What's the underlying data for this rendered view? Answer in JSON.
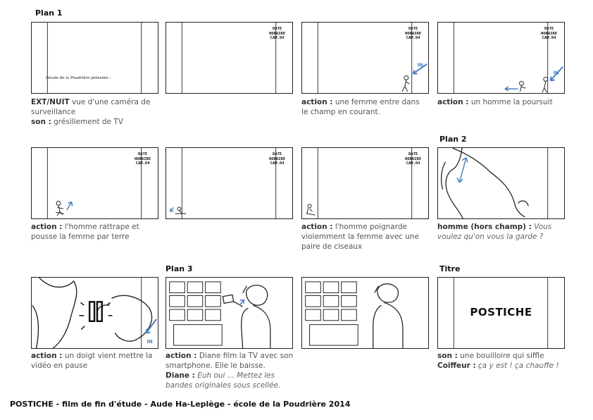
{
  "labels": {
    "plan1": "Plan 1",
    "plan2": "Plan 2",
    "plan3": "Plan 3",
    "titre": "Titre"
  },
  "overlay": {
    "date_line1": "DATE",
    "date_line2": "HORAIRE",
    "date_line3": "CAM.04",
    "intro": "l'école de la Poudrière présente :",
    "title_card": "POSTICHE",
    "arrow_in": "IN"
  },
  "captions": {
    "p1": {
      "k1": "EXT/NUIT",
      "v1": " vue d'une caméra de surveillance",
      "k2": "son :",
      "v2": " grésillement de TV"
    },
    "p3": {
      "k": "action :",
      "v": " une femme entre dans le champ en courant."
    },
    "p4": {
      "k": "action :",
      "v": " un homme la poursuit"
    },
    "p5": {
      "k": "action :",
      "v": " l'homme rattrape et pousse la femme par terre"
    },
    "p7": {
      "k": "action :",
      "v": " l'homme poignarde violemment la femme avec une paire de ciseaux"
    },
    "p8": {
      "k": "homme (hors champ) :",
      "v": " Vous voulez qu'on vous la garde ?"
    },
    "p9": {
      "k": "action :",
      "v": " un doigt vient mettre la vidéo en pause"
    },
    "p10": {
      "k": "action :",
      "v": " Diane film la TV avec son smartphone. Elle le baisse.",
      "k2": "Diane :",
      "v2": " Euh oui ... Mettez les bandes originales sous scellée."
    },
    "p12": {
      "k": "son :",
      "v": " une bouilloire qui siffle",
      "k2": "Coiffeur :",
      "v2": " ça y est ! ça chauffe !"
    }
  },
  "footer": "POSTICHE - film de fin d'étude - Aude Ha-Leplège - école de la Poudrière 2014",
  "colors": {
    "arrow_blue": "#4a7fc1",
    "ink": "#222222"
  }
}
